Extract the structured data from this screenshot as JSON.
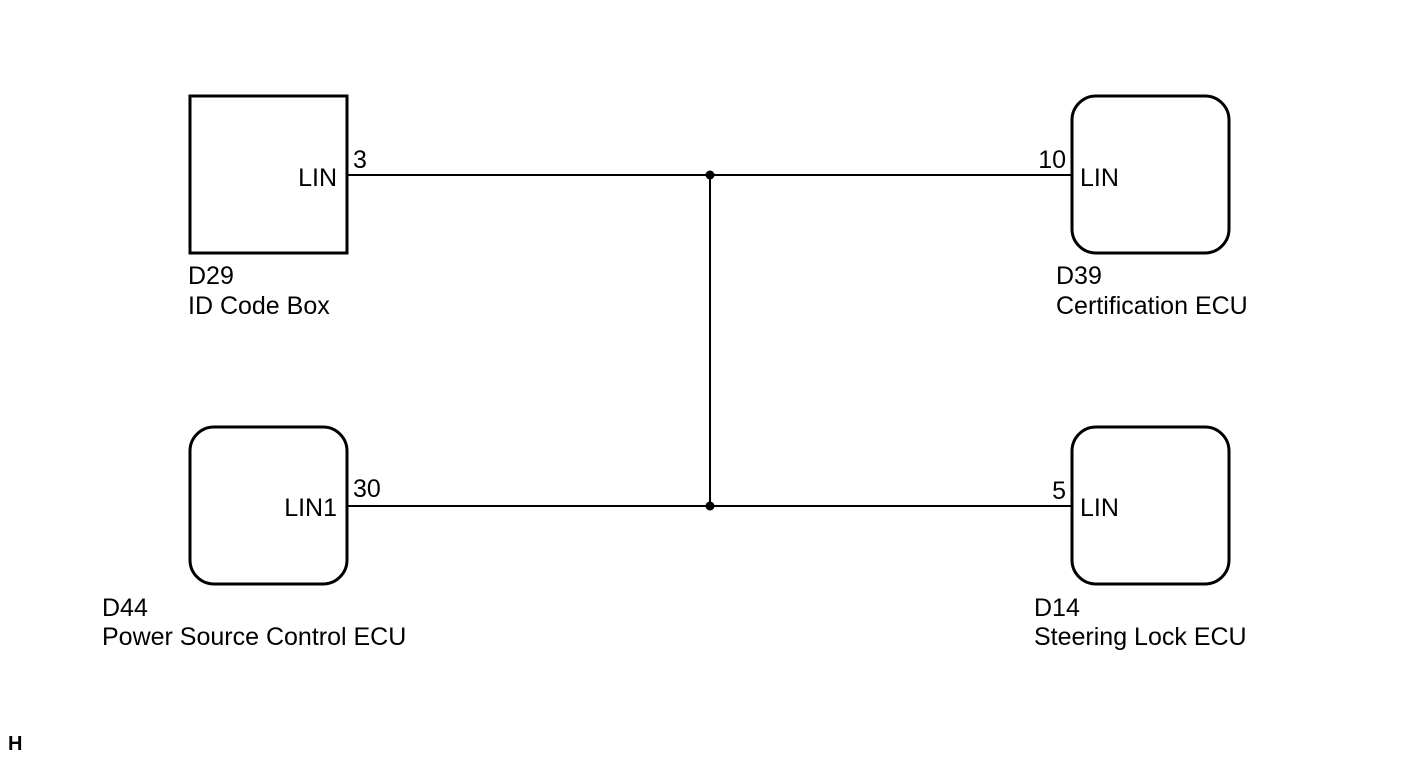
{
  "components": [
    {
      "id": "d29",
      "code": "D29",
      "name": "ID Code Box",
      "shape": "square",
      "pin_name": "LIN",
      "pin_number": "3"
    },
    {
      "id": "d39",
      "code": "D39",
      "name": "Certification ECU",
      "shape": "rounded",
      "pin_name": "LIN",
      "pin_number": "10"
    },
    {
      "id": "d44",
      "code": "D44",
      "name": "Power Source Control ECU",
      "shape": "rounded",
      "pin_name": "LIN1",
      "pin_number": "30"
    },
    {
      "id": "d14",
      "code": "D14",
      "name": "Steering Lock ECU",
      "shape": "rounded",
      "pin_name": "LIN",
      "pin_number": "5"
    }
  ],
  "corner_mark": "H",
  "colors": {
    "line": "#000000",
    "background": "#ffffff"
  }
}
